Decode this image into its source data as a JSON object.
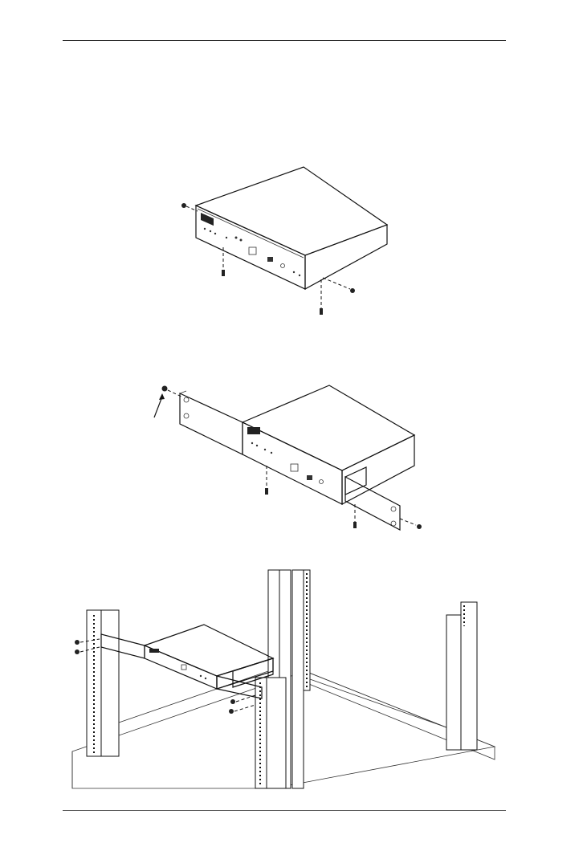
{
  "page": {
    "header_rule": true,
    "footer_rule": true
  },
  "figures": [
    {
      "id": "figure-1",
      "icon": "remove-screws-illustration"
    },
    {
      "id": "figure-2",
      "icon": "attach-rack-brackets-illustration"
    },
    {
      "id": "figure-3",
      "icon": "rack-installation-illustration"
    }
  ]
}
